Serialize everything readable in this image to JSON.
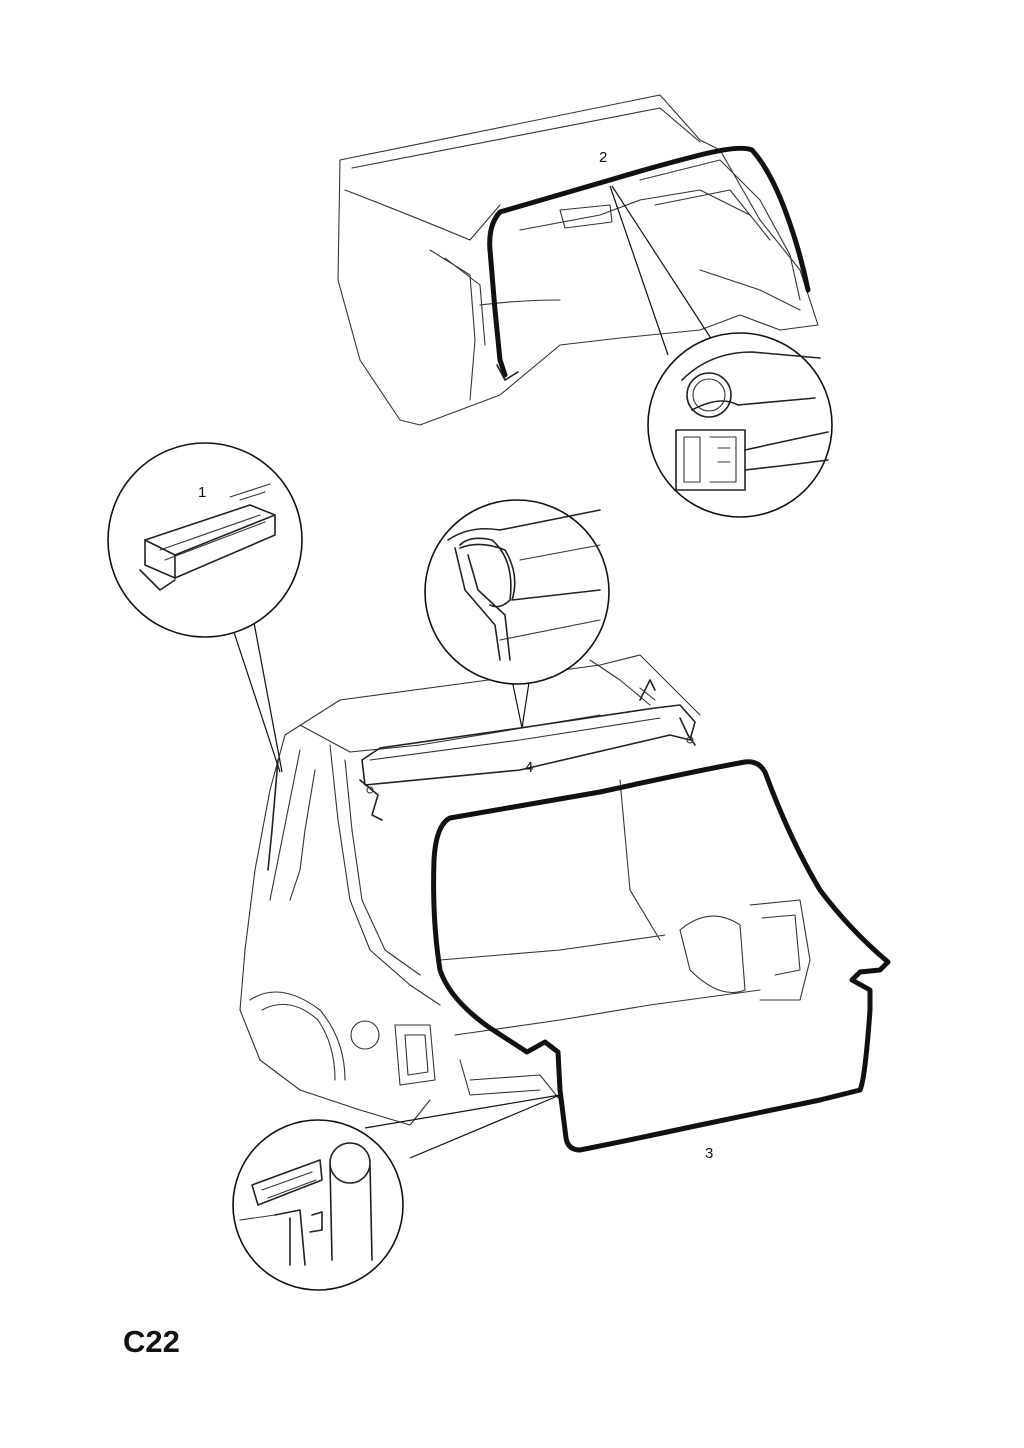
{
  "callouts": {
    "item1": "1",
    "item2": "2",
    "item3": "3",
    "item4": "4"
  },
  "page_code": "C22"
}
